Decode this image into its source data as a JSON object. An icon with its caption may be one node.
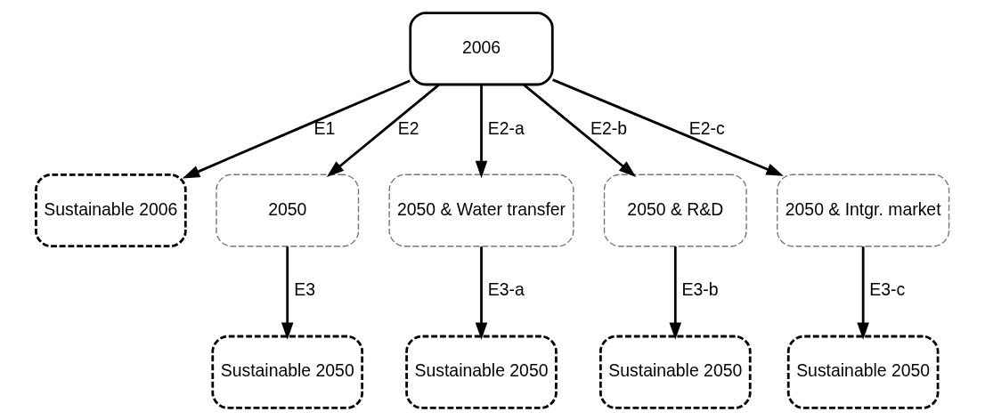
{
  "diagram": {
    "nodes": [
      {
        "text": [
          "2006"
        ]
      },
      {
        "text": [
          "Sustainable 2006"
        ]
      },
      {
        "text": [
          "2050"
        ]
      },
      {
        "text": [
          "2050 & Water transfer"
        ]
      },
      {
        "text": [
          "2050 & R&D"
        ]
      },
      {
        "text": [
          "2050 & Intgr. market"
        ]
      },
      {
        "text": [
          "Sustainable 2050"
        ]
      },
      {
        "text": [
          "Sustainable 2050"
        ]
      },
      {
        "text": [
          "Sustainable 2050"
        ]
      },
      {
        "text": [
          "Sustainable 2050"
        ]
      }
    ],
    "edges": [
      {
        "from": 0,
        "to": 1,
        "arrow": "to",
        "label": "E1"
      },
      {
        "from": 0,
        "to": 2,
        "arrow": "to",
        "label": "E2"
      },
      {
        "from": 0,
        "to": 3,
        "arrow": "to",
        "label": "E2-a"
      },
      {
        "from": 0,
        "to": 4,
        "arrow": "to",
        "label": "E2-b"
      },
      {
        "from": 0,
        "to": 5,
        "arrow": "to",
        "label": "E2-c"
      },
      {
        "from": 2,
        "to": 6,
        "arrow": "to",
        "label": "E3"
      },
      {
        "from": 3,
        "to": 7,
        "arrow": "to",
        "label": "E3-a"
      },
      {
        "from": 4,
        "to": 8,
        "arrow": "to",
        "label": "E3-b"
      },
      {
        "from": 5,
        "to": 9,
        "arrow": "to",
        "label": "E3-c"
      }
    ]
  }
}
